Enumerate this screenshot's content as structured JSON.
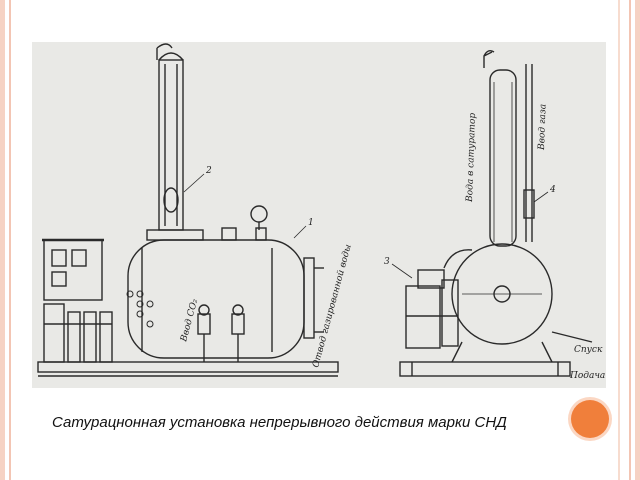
{
  "slide": {
    "caption": "Сатурацнонная установка непрерывного действия марки СНД",
    "accent_color": "#f07f3b",
    "border_color": "#f6d2c3"
  },
  "drawing": {
    "left_view": {
      "callouts": [
        "2",
        "1"
      ],
      "labels": [
        "Ввод СО₂",
        "Отвод газированной воды"
      ]
    },
    "right_view": {
      "callouts": [
        "3",
        "4"
      ],
      "labels": [
        "Вода в сатуратор",
        "Ввод газа",
        "Спуск",
        "Подача воды"
      ]
    }
  }
}
